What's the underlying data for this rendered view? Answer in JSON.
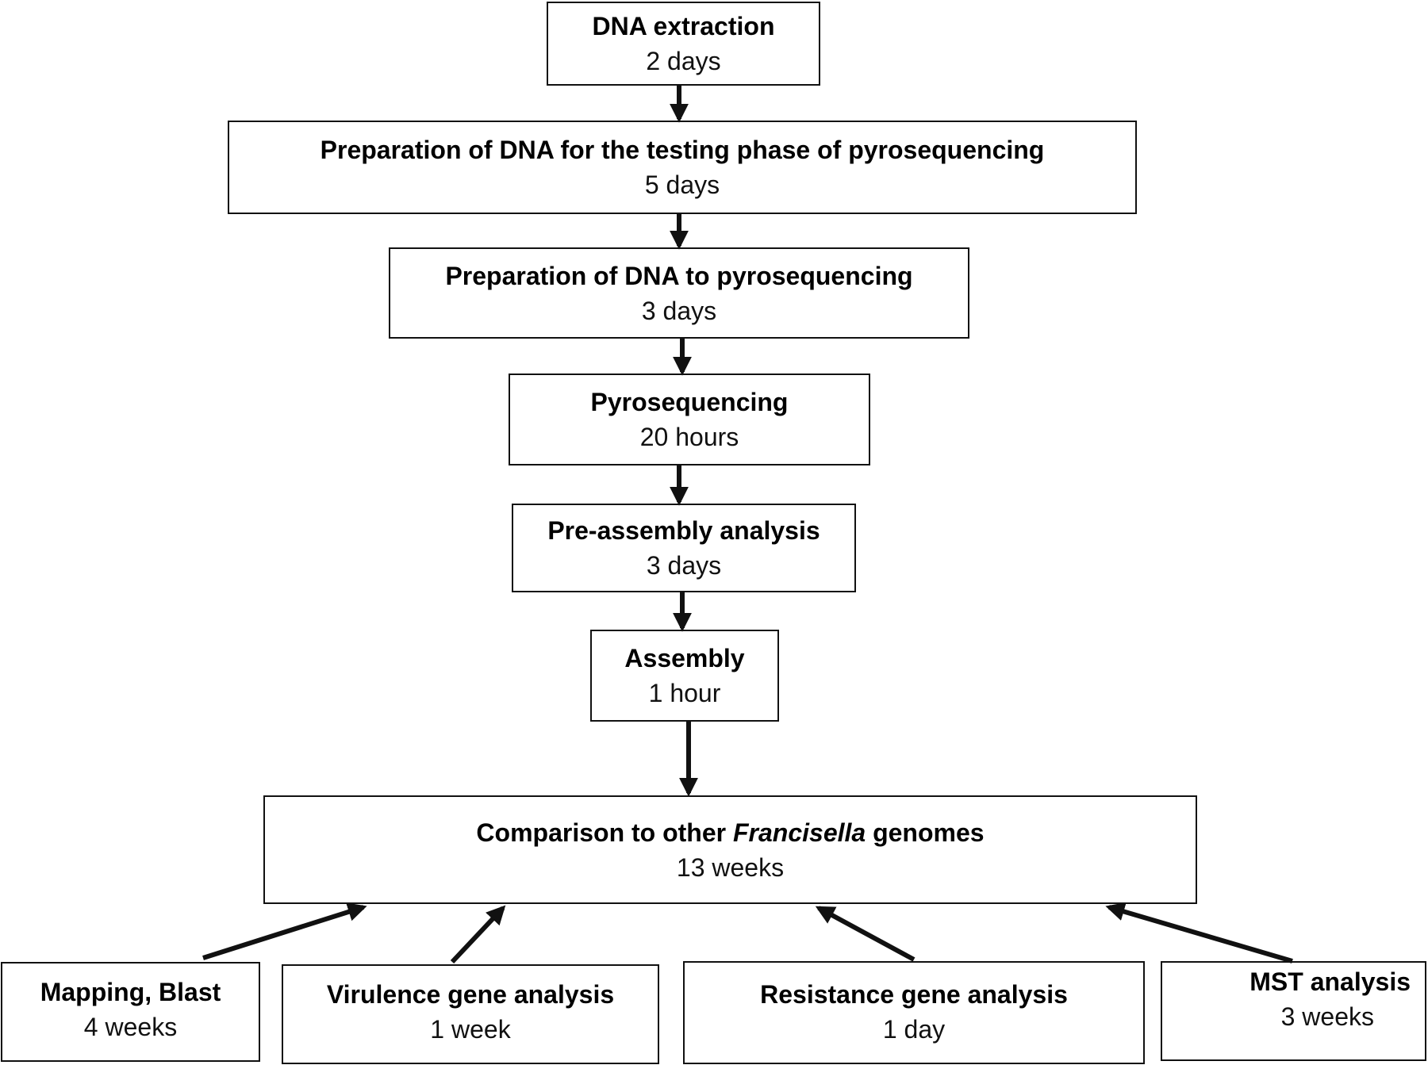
{
  "diagram": {
    "type": "flowchart",
    "steps": [
      {
        "id": "dna-extraction",
        "title": "DNA extraction",
        "duration": "2 days"
      },
      {
        "id": "prep-testing",
        "title": "Preparation of DNA for the testing phase of pyrosequencing",
        "duration": "5 days"
      },
      {
        "id": "prep-pyro",
        "title": "Preparation of DNA to pyrosequencing",
        "duration": "3 days"
      },
      {
        "id": "pyrosequencing",
        "title": "Pyrosequencing",
        "duration": "20 hours"
      },
      {
        "id": "pre-assembly",
        "title": "Pre-assembly analysis",
        "duration": "3 days"
      },
      {
        "id": "assembly",
        "title": "Assembly",
        "duration": "1 hour"
      }
    ],
    "comparison": {
      "title_prefix": "Comparison to other ",
      "title_italic": "Francisella",
      "title_suffix": " genomes",
      "duration": "13 weeks"
    },
    "analyses": [
      {
        "id": "mapping-blast",
        "title": "Mapping, Blast",
        "duration": "4 weeks"
      },
      {
        "id": "virulence",
        "title": "Virulence gene analysis",
        "duration": "1 week"
      },
      {
        "id": "resistance",
        "title": "Resistance gene analysis",
        "duration": "1 day"
      },
      {
        "id": "mst",
        "title": "MST analysis",
        "duration": "3 weeks"
      }
    ],
    "edges": [
      {
        "from": "dna-extraction",
        "to": "prep-testing"
      },
      {
        "from": "prep-testing",
        "to": "prep-pyro"
      },
      {
        "from": "prep-pyro",
        "to": "pyrosequencing"
      },
      {
        "from": "pyrosequencing",
        "to": "pre-assembly"
      },
      {
        "from": "pre-assembly",
        "to": "assembly"
      },
      {
        "from": "assembly",
        "to": "comparison"
      },
      {
        "from": "mapping-blast",
        "to": "comparison"
      },
      {
        "from": "virulence",
        "to": "comparison"
      },
      {
        "from": "resistance",
        "to": "comparison"
      },
      {
        "from": "mst",
        "to": "comparison"
      }
    ],
    "colors": {
      "stroke": "#111111",
      "background": "#ffffff"
    }
  }
}
